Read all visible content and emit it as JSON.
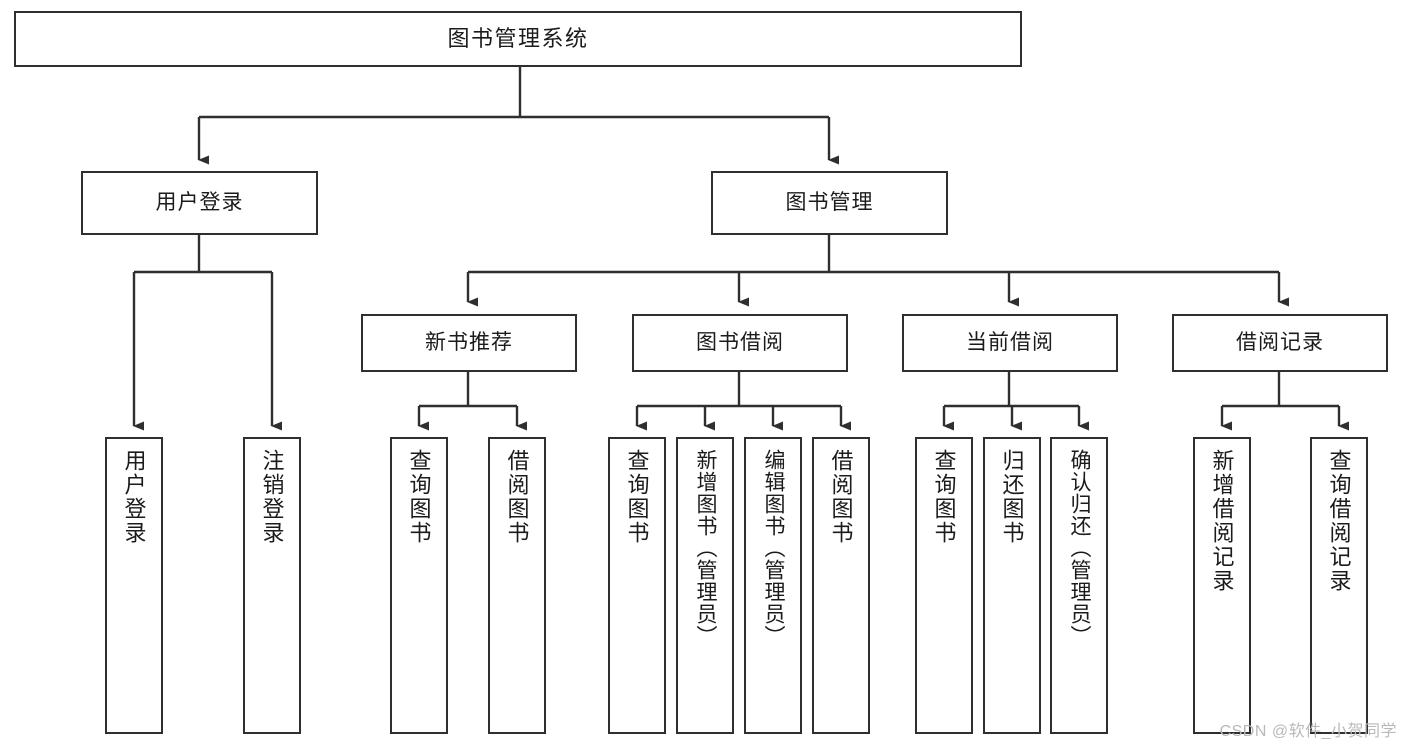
{
  "diagram": {
    "title": "图书管理系统",
    "type": "tree-hierarchy",
    "watermark": "CSDN @软件_小贺同学",
    "colors": {
      "stroke": "#2f2f2f",
      "fill": "#ffffff",
      "text": "#1b1b1b",
      "watermark": "#b9b9b9"
    }
  },
  "nodes": {
    "root": {
      "label": "图书管理系统"
    },
    "level1": [
      {
        "label": "用户登录"
      },
      {
        "label": "图书管理"
      }
    ],
    "level2": [
      {
        "label": "新书推荐"
      },
      {
        "label": "图书借阅"
      },
      {
        "label": "当前借阅"
      },
      {
        "label": "借阅记录"
      }
    ],
    "leaves_user_login": [
      {
        "label": "用户登录"
      },
      {
        "label": "注销登录"
      }
    ],
    "leaves_new_book": [
      {
        "label": "查询图书"
      },
      {
        "label": "借阅图书"
      }
    ],
    "leaves_borrow": [
      {
        "label": "查询图书"
      },
      {
        "label": "新增图书（管理员）"
      },
      {
        "label": "编辑图书（管理员）"
      },
      {
        "label": "借阅图书"
      }
    ],
    "leaves_current": [
      {
        "label": "查询图书"
      },
      {
        "label": "归还图书"
      },
      {
        "label": "确认归还（管理员）"
      }
    ],
    "leaves_record": [
      {
        "label": "新增借阅记录"
      },
      {
        "label": "查询借阅记录"
      }
    ]
  }
}
